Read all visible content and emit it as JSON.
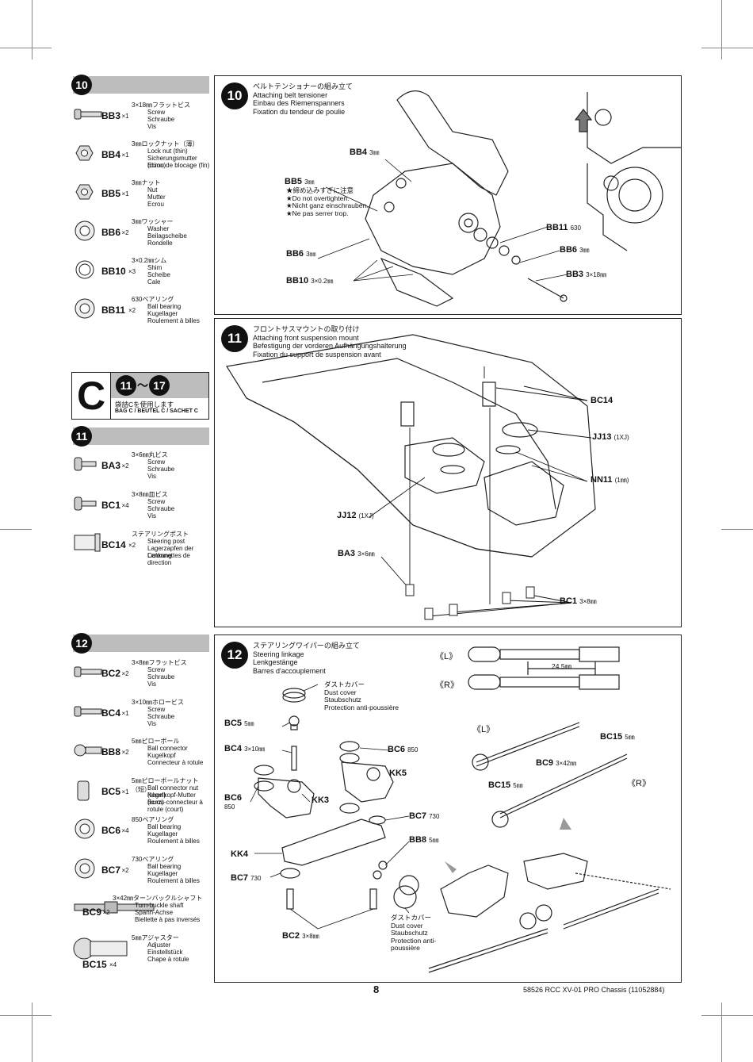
{
  "page_number": "8",
  "footer_text": "58526 RCC XV-01 PRO Chassis (11052884)",
  "step10_parts": [
    {
      "code": "BB3",
      "qty": "×1",
      "size": "3×18㎜フラットビス",
      "names": [
        "Screw",
        "Schraube",
        "Vis"
      ]
    },
    {
      "code": "BB4",
      "qty": "×1",
      "size": "3㎜ロックナット（薄）",
      "names": [
        "Lock nut (thin)",
        "Sicherungsmutter (dünn)",
        "Ecrou de blocage (fin)"
      ]
    },
    {
      "code": "BB5",
      "qty": "×1",
      "size": "3㎜ナット",
      "names": [
        "Nut",
        "Mutter",
        "Ecrou"
      ]
    },
    {
      "code": "BB6",
      "qty": "×2",
      "size": "3㎜ワッシャー",
      "names": [
        "Washer",
        "Beilagscheibe",
        "Rondelle"
      ]
    },
    {
      "code": "BB10",
      "qty": "×3",
      "size": "3×0.2㎜シム",
      "names": [
        "Shim",
        "Scheibe",
        "Cale"
      ]
    },
    {
      "code": "BB11",
      "qty": "×2",
      "size": "630ベアリング",
      "names": [
        "Ball bearing",
        "Kugellager",
        "Roulement à billes"
      ]
    }
  ],
  "bag": {
    "letter": "C",
    "range_from": "11",
    "range_to": "17",
    "tilde": "～",
    "jp": "袋詰Cを使用します",
    "langs": "BAG C / BEUTEL C / SACHET C"
  },
  "step11_parts": [
    {
      "code": "BA3",
      "qty": "×2",
      "size": "3×6㎜丸ビス",
      "names": [
        "Screw",
        "Schraube",
        "Vis"
      ]
    },
    {
      "code": "BC1",
      "qty": "×4",
      "size": "3×8㎜皿ビス",
      "names": [
        "Screw",
        "Schraube",
        "Vis"
      ]
    },
    {
      "code": "BC14",
      "qty": "×2",
      "size": "ステアリングポスト",
      "names": [
        "Steering post",
        "Lagerzapfen der Lenkung",
        "Colonnettes de direction"
      ]
    }
  ],
  "step12_parts": [
    {
      "code": "BC2",
      "qty": "×2",
      "size": "3×8㎜フラットビス",
      "names": [
        "Screw",
        "Schraube",
        "Vis"
      ]
    },
    {
      "code": "BC4",
      "qty": "×1",
      "size": "3×10㎜ホロービス",
      "names": [
        "Screw",
        "Schraube",
        "Vis"
      ]
    },
    {
      "code": "BB8",
      "qty": "×2",
      "size": "5㎜ピローボール",
      "names": [
        "Ball connector",
        "Kugelkopf",
        "Connecteur à rotule"
      ]
    },
    {
      "code": "BC5",
      "qty": "×1",
      "size": "5㎜ピローボールナット（短）",
      "names": [
        "Ball connector nut (short)",
        "Kugelkopf-Mutter (kurz)",
        "Ecrou-connecteur à",
        "rotule (court)"
      ]
    },
    {
      "code": "BC6",
      "qty": "×4",
      "size": "850ベアリング",
      "names": [
        "Ball bearing",
        "Kugellager",
        "Roulement à billes"
      ]
    },
    {
      "code": "BC7",
      "qty": "×2",
      "size": "730ベアリング",
      "names": [
        "Ball bearing",
        "Kugellager",
        "Roulement à billes"
      ]
    },
    {
      "code": "BC9",
      "qty": "×2",
      "size": "3×42㎜ターンバックルシャフト",
      "names": [
        "Turn-buckle shaft",
        "Spann-Achse",
        "Biellette à pas inversés"
      ]
    },
    {
      "code": "BC15",
      "qty": "×4",
      "size": "5㎜アジャスター",
      "names": [
        "Adjuster",
        "Einstellstück",
        "Chape à rotule"
      ]
    }
  ],
  "panel10": {
    "num": "10",
    "jp": "ベルトテンショナーの組み立て",
    "en": "Attaching belt tensioner",
    "de": "Einbau des Riemenspanners",
    "fr": "Fixation du tendeur de poulie",
    "labels": {
      "bb4": "BB4",
      "bb4s": "3㎜",
      "bb5": "BB5",
      "bb5s": "3㎜",
      "bb6": "BB6",
      "bb6s": "3㎜",
      "bb10": "BB10",
      "bb10s": "3×0.2㎜",
      "bb11": "BB11",
      "bb11s": "630",
      "bb6r": "BB6",
      "bb6rs": "3㎜",
      "bb3": "BB3",
      "bb3s": "3×18㎜"
    },
    "note": [
      "★締め込みすぎに注意",
      "★Do not overtighten.",
      "★Nicht ganz einschrauben.",
      "★Ne pas serrer trop."
    ]
  },
  "panel11": {
    "num": "11",
    "jp": "フロントサスマウントの取り付け",
    "en": "Attaching front suspension mount",
    "de": "Befestigung der vorderen Aufhängungshalterung",
    "fr": "Fixation du support de suspension avant",
    "labels": {
      "bc14": "BC14",
      "jj13": "JJ13",
      "jj13s": "(1XJ)",
      "nn11": "NN11",
      "nn11s": "(1㎜)",
      "jj12": "JJ12",
      "jj12s": "(1XJ)",
      "ba3": "BA3",
      "ba3s": "3×6㎜",
      "bc1": "BC1",
      "bc1s": "3×8㎜"
    }
  },
  "panel12": {
    "num": "12",
    "jp": "ステアリングワイパーの組み立て",
    "en": "Steering linkage",
    "de": "Lenkgestänge",
    "fr": "Barres d'accouplement",
    "labels": {
      "dust1": [
        "ダストカバー",
        "Dust cover",
        "Staubschutz",
        "Protection anti-poussière"
      ],
      "bc5": "BC5",
      "bc5s": "5㎜",
      "bc4": "BC4",
      "bc4s": "3×10㎜",
      "bc6a": "BC6",
      "bc6as": "850",
      "kk5": "KK5",
      "bc6b": "BC6",
      "bc6bs": "850",
      "kk3": "KK3",
      "bc7a": "BC7",
      "bc7as": "730",
      "bb8": "BB8",
      "bb8s": "5㎜",
      "kk4": "KK4",
      "bc7b": "BC7",
      "bc7bs": "730",
      "bc2": "BC2",
      "bc2s": "3×8㎜",
      "dust2": [
        "ダストカバー",
        "Dust cover",
        "Staubschutz",
        "Protection anti-",
        "poussière"
      ],
      "L": "《L》",
      "R": "《R》",
      "dim": "24.5㎜",
      "L2": "《L》",
      "R2": "《R》",
      "bc15a": "BC15",
      "bc15as": "5㎜",
      "bc9": "BC9",
      "bc9s": "3×42㎜",
      "bc15b": "BC15",
      "bc15bs": "5㎜"
    }
  }
}
